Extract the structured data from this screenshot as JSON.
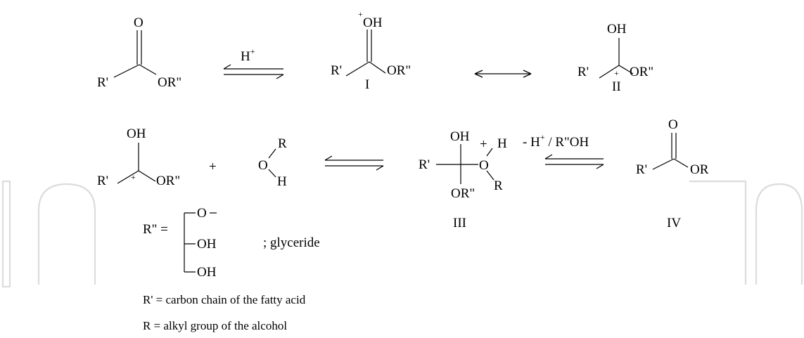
{
  "s1": {
    "o": "O",
    "r1": "R'",
    "or2": "OR\""
  },
  "eq1": {
    "plus": "+",
    "h": "H"
  },
  "sI": {
    "plus": "+",
    "oh": "OH",
    "r1": "R'",
    "or2": "OR\"",
    "roman": "I"
  },
  "sII": {
    "oh": "OH",
    "r1": "R'",
    "plus": "+",
    "or2": "OR\"",
    "roman": "II"
  },
  "s3": {
    "oh": "OH",
    "r1": "R'",
    "plus": "+",
    "or2": "OR\""
  },
  "plus_sign": "+",
  "alc": {
    "r": "R",
    "o": "O",
    "h": "H"
  },
  "sIII": {
    "oh": "OH",
    "plus": "+",
    "h": "H",
    "r1": "R'",
    "o": "O",
    "or2": "OR\"",
    "r": "R",
    "roman": "III"
  },
  "eq3": {
    "minus_h": "- H",
    "plus": "+",
    "rest": " / R\"OH"
  },
  "sIV": {
    "o": "O",
    "r1": "R'",
    "or": "OR",
    "roman": "IV"
  },
  "legend": {
    "r2_lhs": "R\" =",
    "g_o": "O",
    "g_oh1": "OH",
    "g_oh2": "OH",
    "glyceride": "; glyceride",
    "r1_def": "R' = carbon chain of the fatty acid",
    "r_def": "R  = alkyl group of the alcohol"
  }
}
